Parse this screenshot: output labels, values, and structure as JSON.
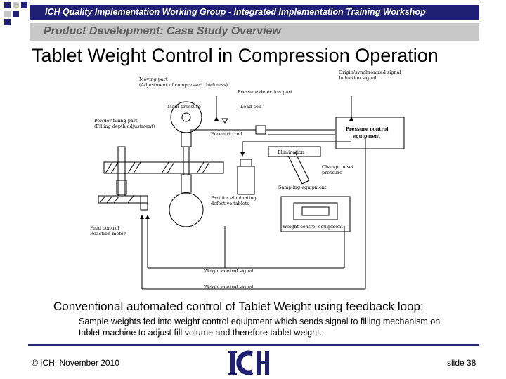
{
  "header": {
    "workshop": "ICH Quality Implementation Working Group - Integrated Implementation Training Workshop",
    "section": "Product Development: Case Study Overview"
  },
  "slide": {
    "title": "Tablet Weight Control in Compression Operation",
    "caption": "Conventional automated control of Tablet Weight using feedback loop:",
    "detail": "Sample weights fed into weight control equipment which sends signal to filling mechanism on tablet machine to adjust fill volume and therefore tablet weight."
  },
  "diagram": {
    "labels": {
      "moving_part": "Moving part",
      "adjustment": "(Adjustment of compressed thickness)",
      "pressure_detection": "Pressure detection part",
      "origin_signal": "Origin/synchronized signal",
      "induction_signal": "Induction signal",
      "main_pressure": "Main pressure",
      "load_cell": "Load cell",
      "powder_filling": "Powder filling part",
      "filling_depth": "(Filling depth adjustment)",
      "eccentric_roll": "Eccentric roll",
      "pressure_control_1": "Pressure control",
      "pressure_control_2": "equipment",
      "elimination": "Elimination",
      "change_set_1": "Change in set",
      "change_set_2": "pressure",
      "sampling": "Sampling equipment",
      "eliminating_1": "Part for eliminating",
      "eliminating_2": "defective tablets",
      "weight_control_equipment": "Weight control equipment",
      "feed_control_1": "Feed control",
      "feed_control_2": "Reaction motor",
      "weight_signal_1": "Weight control signal",
      "weight_signal_2": "Weight control signal"
    }
  },
  "footer": {
    "copyright": "© ICH, November 2010",
    "slide_number": "slide 38",
    "logo_text": "ICH"
  },
  "colors": {
    "header_bar": "#1f1f73",
    "subheader_bar": "#c8c8c8",
    "subheader_text": "#5a5a5a"
  }
}
